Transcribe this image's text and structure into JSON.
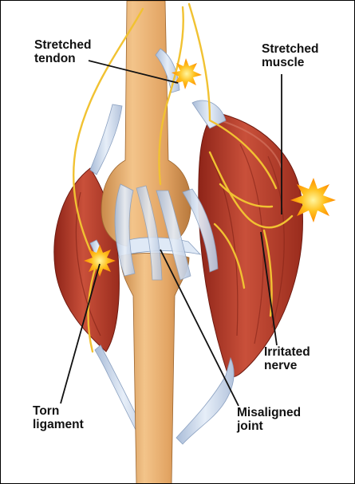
{
  "labels": {
    "stretched_tendon": "Stretched\ntendon",
    "stretched_muscle": "Stretched\nmuscle",
    "irritated_nerve": "Irritated\nnerve",
    "torn_ligament": "Torn\nligament",
    "misaligned_joint": "Misaligned\njoint"
  },
  "colors": {
    "bone": "#e0a865",
    "muscle": "#b83a2a",
    "ligament": "#c9d8ea",
    "nerve": "#f1c232",
    "pain_burst": "#ffb21a",
    "leader_line": "#111111"
  }
}
